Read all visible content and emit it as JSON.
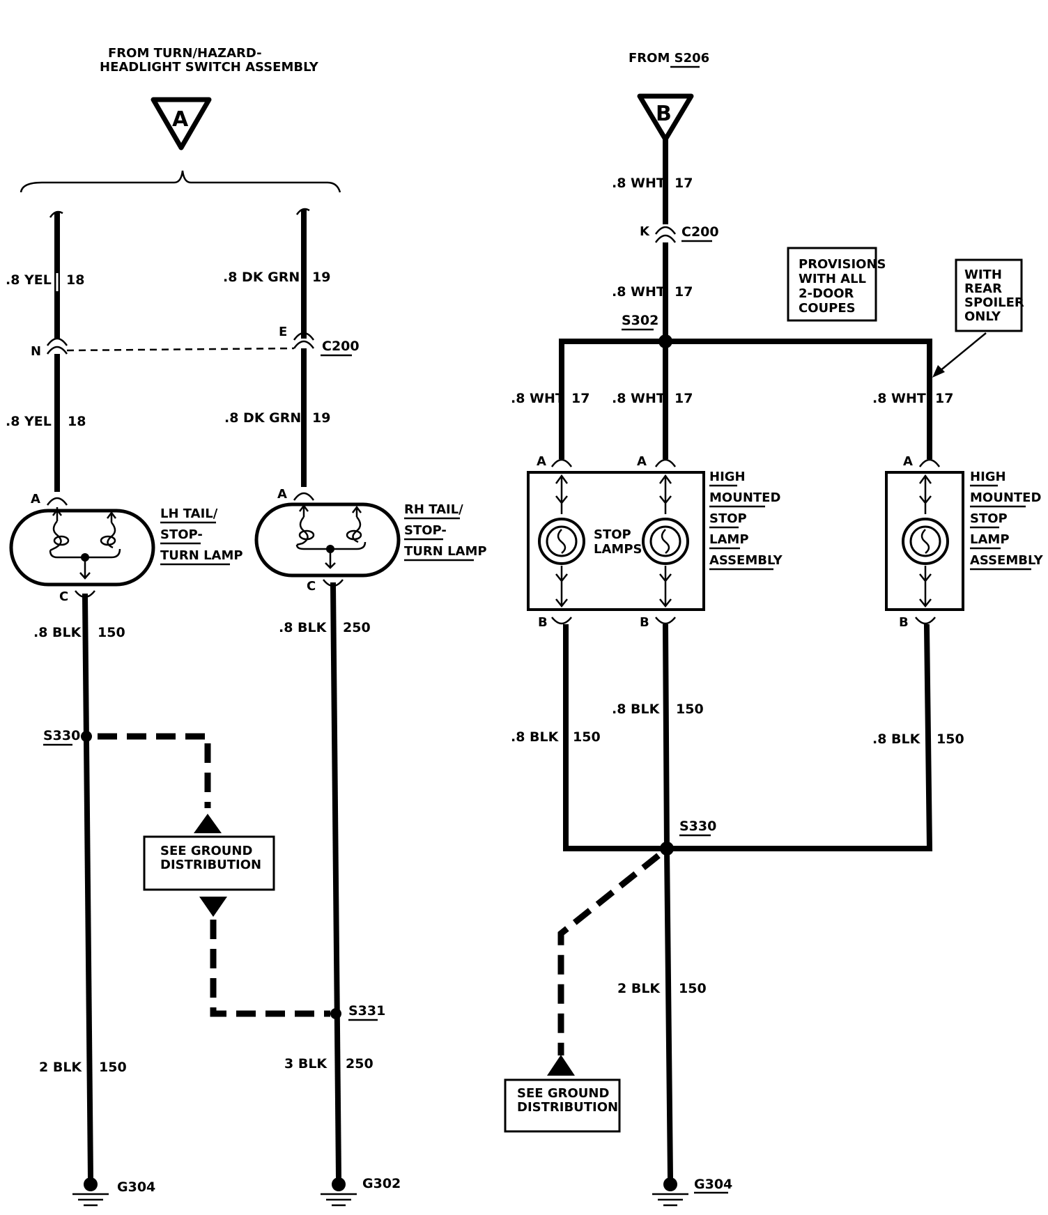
{
  "left": {
    "source_line1": "FROM TURN/HAZARD-",
    "source_line2": "HEADLIGHT SWITCH ASSEMBLY",
    "connector_id": "A",
    "c200": "C200",
    "pin_n": "N",
    "pin_e": "E",
    "pin_a": "A",
    "pin_c": "C",
    "lh_wire_color_top": ".8 YEL",
    "lh_wire_circuit_top": "18",
    "lh_wire_color_mid": ".8 YEL",
    "lh_wire_circuit_mid": "18",
    "rh_wire_color_top": ".8 DK GRN",
    "rh_wire_circuit_top": "19",
    "rh_wire_color_mid": ".8 DK GRN",
    "rh_wire_circuit_mid": "19",
    "lh_lamp": [
      "LH TAIL/",
      "STOP-",
      "TURN LAMP"
    ],
    "rh_lamp": [
      "RH TAIL/",
      "STOP-",
      "TURN LAMP"
    ],
    "lh_ground_wire_color": ".8 BLK",
    "lh_ground_wire_circuit": "150",
    "rh_ground_wire_color": ".8 BLK",
    "rh_ground_wire_circuit": "250",
    "splice_s330": "S330",
    "splice_s331": "S331",
    "see_ground": [
      "SEE GROUND",
      "DISTRIBUTION"
    ],
    "lh_bottom_wire_color": "2 BLK",
    "lh_bottom_wire_circuit": "150",
    "rh_bottom_wire_color": "3 BLK",
    "rh_bottom_wire_circuit": "250",
    "ground_g304": "G304",
    "ground_g302": "G302"
  },
  "right": {
    "source": "FROM S206",
    "connector_id": "B",
    "pin_k": "K",
    "c200": "C200",
    "splice_s302": "S302",
    "wht_color": ".8 WHT",
    "wht_circuit": "17",
    "provisions": [
      "PROVISIONS",
      "WITH ALL",
      "2-DOOR",
      "COUPES"
    ],
    "spoiler": [
      "WITH",
      "REAR",
      "SPOILER",
      "ONLY"
    ],
    "pin_a": "A",
    "pin_b": "B",
    "stop_lamps": [
      "STOP",
      "LAMPS"
    ],
    "hmsl": [
      "HIGH",
      "MOUNTED",
      "STOP",
      "LAMP",
      "ASSEMBLY"
    ],
    "blk_color": ".8 BLK",
    "blk_circuit": "150",
    "splice_s330": "S330",
    "bottom_wire_color": "2 BLK",
    "bottom_wire_circuit": "150",
    "see_ground": [
      "SEE GROUND",
      "DISTRIBUTION"
    ],
    "ground_g304": "G304"
  }
}
